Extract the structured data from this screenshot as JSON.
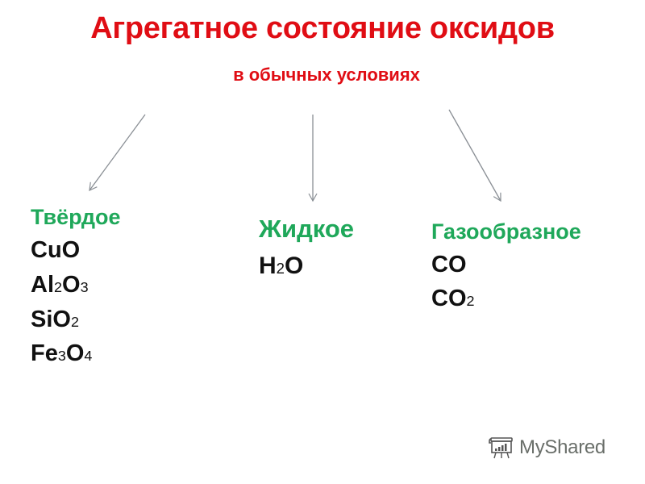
{
  "slide": {
    "title": "Агрегатное состояние оксидов",
    "subtitle": "в обычных условиях",
    "colors": {
      "title": "#e00d14",
      "category": "#1fa85a",
      "formula": "#111111",
      "arrow": "#8a8f95"
    },
    "columns": [
      {
        "category": "Твёрдое",
        "formulas": [
          {
            "parts": [
              {
                "t": "CuO"
              }
            ]
          },
          {
            "parts": [
              {
                "t": "Al"
              },
              {
                "sub": "2"
              },
              {
                "t": "O"
              },
              {
                "sub": "3"
              }
            ]
          },
          {
            "parts": [
              {
                "t": "SiO"
              },
              {
                "sub": "2"
              }
            ]
          },
          {
            "parts": [
              {
                "t": "Fe"
              },
              {
                "sub": "3"
              },
              {
                "t": "O"
              },
              {
                "sub": "4"
              }
            ]
          }
        ]
      },
      {
        "category": "Жидкое",
        "formulas": [
          {
            "parts": [
              {
                "t": "H"
              },
              {
                "sub": "2"
              },
              {
                "t": "O"
              }
            ]
          }
        ]
      },
      {
        "category": "Газообразное",
        "formulas": [
          {
            "parts": [
              {
                "t": "CO"
              }
            ]
          },
          {
            "parts": [
              {
                "t": "CO"
              },
              {
                "sub": "2"
              }
            ]
          }
        ]
      }
    ],
    "col0": {
      "category": "Твёрдое",
      "f0": "CuO",
      "f1_a": "Al",
      "f1_b": "2",
      "f1_c": "O",
      "f1_d": "3",
      "f2_a": "SiO",
      "f2_b": "2",
      "f3_a": "Fe",
      "f3_b": "3",
      "f3_c": "O",
      "f3_d": "4"
    },
    "col1": {
      "category": "Жидкое",
      "f0_a": "H",
      "f0_b": "2",
      "f0_c": "O"
    },
    "col2": {
      "category": "Газообразное",
      "f0": "CO",
      "f1_a": "CO",
      "f1_b": "2"
    }
  },
  "watermark": {
    "text": "MyShared",
    "icon": "presentation-board-icon"
  }
}
